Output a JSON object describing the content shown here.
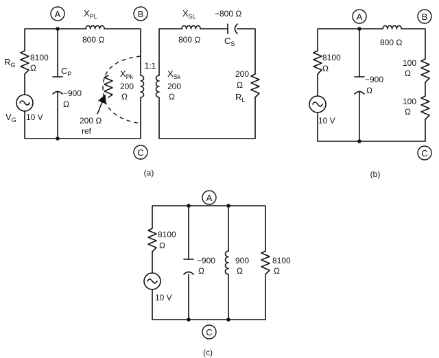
{
  "panel_a": {
    "caption": "(a)",
    "node_a": "A",
    "node_b": "B",
    "node_c": "C",
    "rg": {
      "symbol": "R",
      "sub": "G",
      "value": "8100",
      "unit": "Ω"
    },
    "vg": {
      "symbol": "V",
      "sub": "G",
      "value": "10 V"
    },
    "cp": {
      "symbol": "C",
      "sub": "P",
      "value": "−900",
      "unit": "Ω"
    },
    "xpl": {
      "symbol": "X",
      "sub": "PL",
      "value": "800 Ω"
    },
    "xpk": {
      "symbol": "X",
      "sub": "Pk",
      "value": "200",
      "unit": "Ω"
    },
    "ratio": "1:1",
    "xsk": {
      "symbol": "X",
      "sub": "Sk",
      "value": "200",
      "unit": "Ω"
    },
    "ref": {
      "value": "200 Ω",
      "note": "ref"
    },
    "xsl": {
      "symbol": "X",
      "sub": "SL",
      "value": "800 Ω"
    },
    "cs": {
      "symbol": "C",
      "sub": "S",
      "value": "−800 Ω"
    },
    "rl": {
      "symbol": "R",
      "sub": "L",
      "value": "200",
      "unit": "Ω"
    }
  },
  "panel_b": {
    "caption": "(b)",
    "node_a": "A",
    "node_b": "B",
    "node_c": "C",
    "r1": {
      "value": "8100",
      "unit": "Ω"
    },
    "v": "10 V",
    "c": {
      "value": "−900",
      "unit": "Ω"
    },
    "l": "800 Ω",
    "r2": {
      "value": "100",
      "unit": "Ω"
    },
    "r3": {
      "value": "100",
      "unit": "Ω"
    }
  },
  "panel_c": {
    "caption": "(c)",
    "node_a": "A",
    "node_c": "C",
    "r1": {
      "value": "8100",
      "unit": "Ω"
    },
    "v": "10 V",
    "c": {
      "value": "−900",
      "unit": "Ω"
    },
    "l": {
      "value": "900",
      "unit": "Ω"
    },
    "r2": {
      "value": "8100",
      "unit": "Ω"
    }
  }
}
